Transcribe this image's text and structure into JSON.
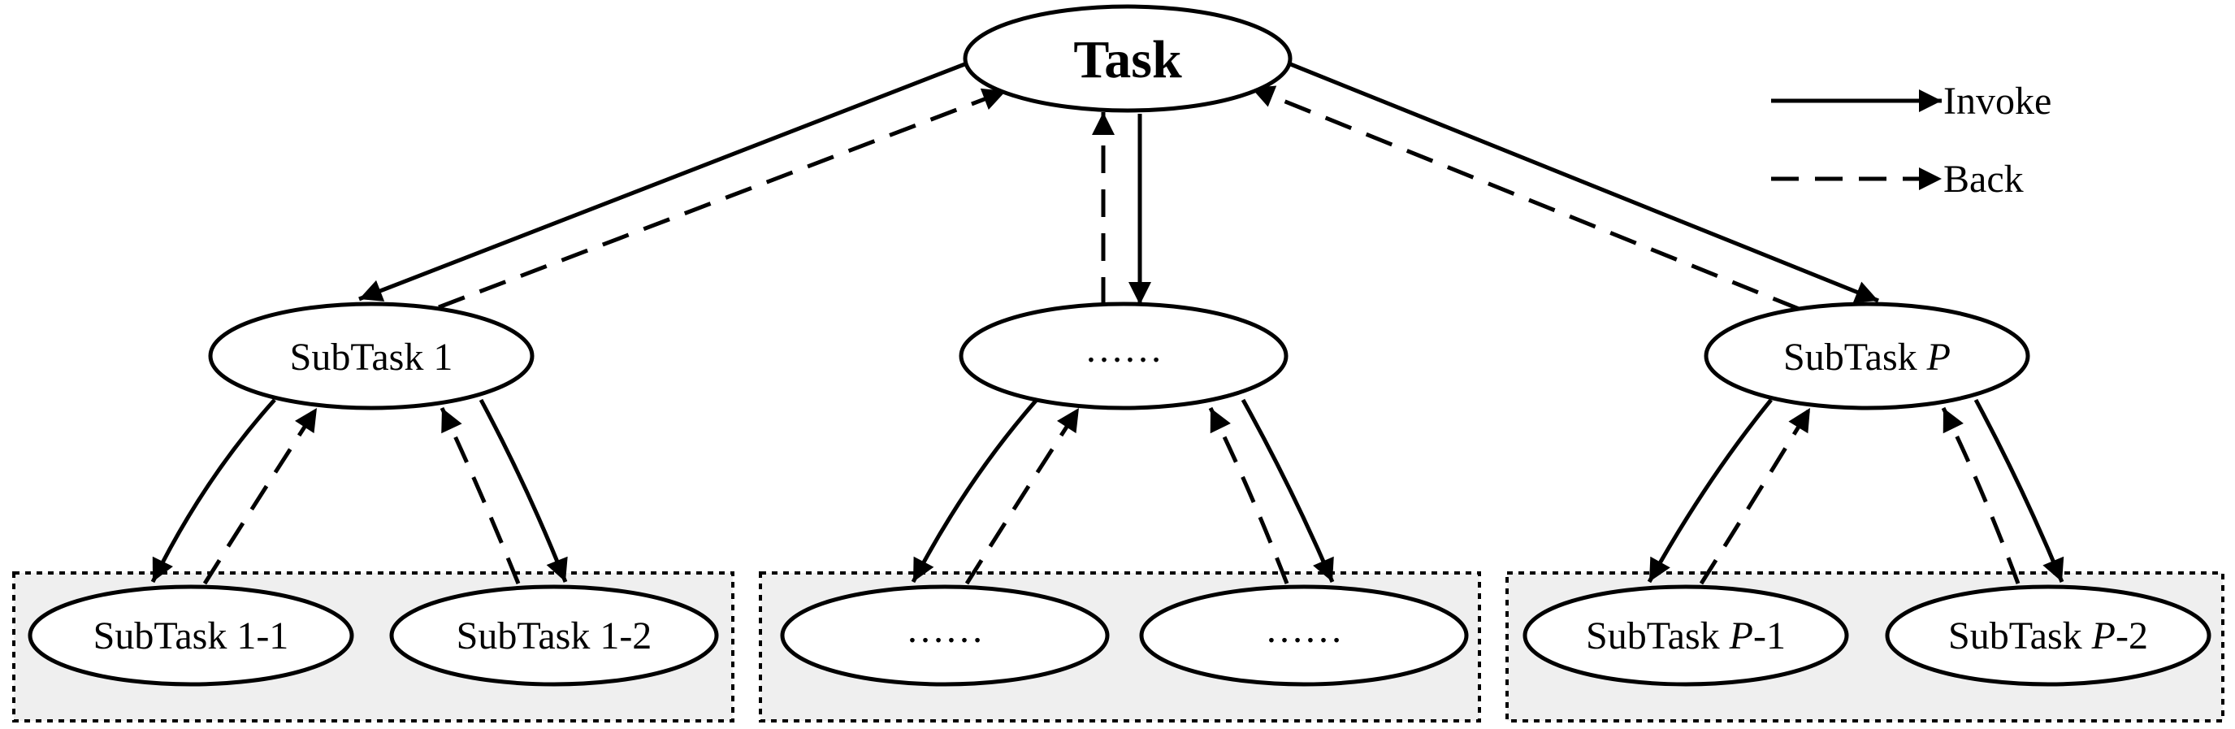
{
  "legend": {
    "invoke_label": "Invoke",
    "back_label": "Back"
  },
  "nodes": {
    "task": {
      "text": "Task"
    },
    "subtask_1": {
      "text": "SubTask 1"
    },
    "subtask_middle": {
      "text": "……"
    },
    "subtask_p": {
      "prefix": "SubTask ",
      "var": "P",
      "suffix": ""
    },
    "subtask_1_1": {
      "text": "SubTask 1-1"
    },
    "subtask_1_2": {
      "text": "SubTask 1-2"
    },
    "middle_1": {
      "text": "……"
    },
    "middle_2": {
      "text": "……"
    },
    "subtask_p_1": {
      "prefix": "SubTask ",
      "var": "P",
      "suffix": "-1"
    },
    "subtask_p_2": {
      "prefix": "SubTask ",
      "var": "P",
      "suffix": "-2"
    }
  },
  "colors": {
    "stroke": "#000000",
    "group_fill": "#efefef",
    "node_fill": "#ffffff"
  }
}
